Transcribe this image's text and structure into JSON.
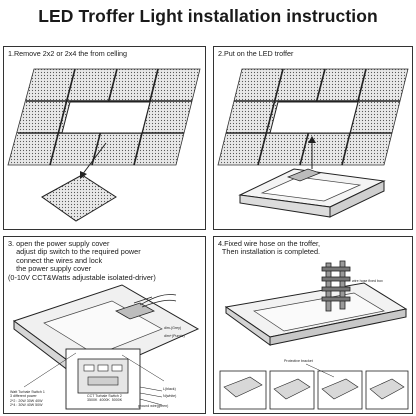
{
  "title": "LED Troffer Light installation instruction",
  "steps": [
    {
      "caption": "1.Remove 2x2 or 2x4 the from celling"
    },
    {
      "caption": "2.Put on the LED troffer"
    },
    {
      "caption_lines": [
        "3. open the power supply cover",
        "    adjust dip switch to the required power",
        "    connect the wires and lock",
        "    the power supply cover",
        "(0-10V CCT&Watts adjustable isolated-driver)"
      ],
      "labels": {
        "dim_minus": "dim-(Grey)",
        "dim_plus": "dim+(Purple)",
        "l_black": "L(black)",
        "n_white": "N(white)",
        "ground": "ground wire(green)",
        "watt_table": "Watt Turbale Switch 1\n3 different power\n2*2 : 20W 30W 40W\n2*4 : 30W 40W 50W",
        "cct_table": "CCT Turbale Switch 2\n3500K  4000K  5000K"
      }
    },
    {
      "caption_lines": [
        "4.Fixed wire hose on the troffer,",
        "  Then installation is completed."
      ],
      "labels": {
        "wire_hose": "wire hose fixed box",
        "bracket": "Protective bracket"
      }
    }
  ]
}
